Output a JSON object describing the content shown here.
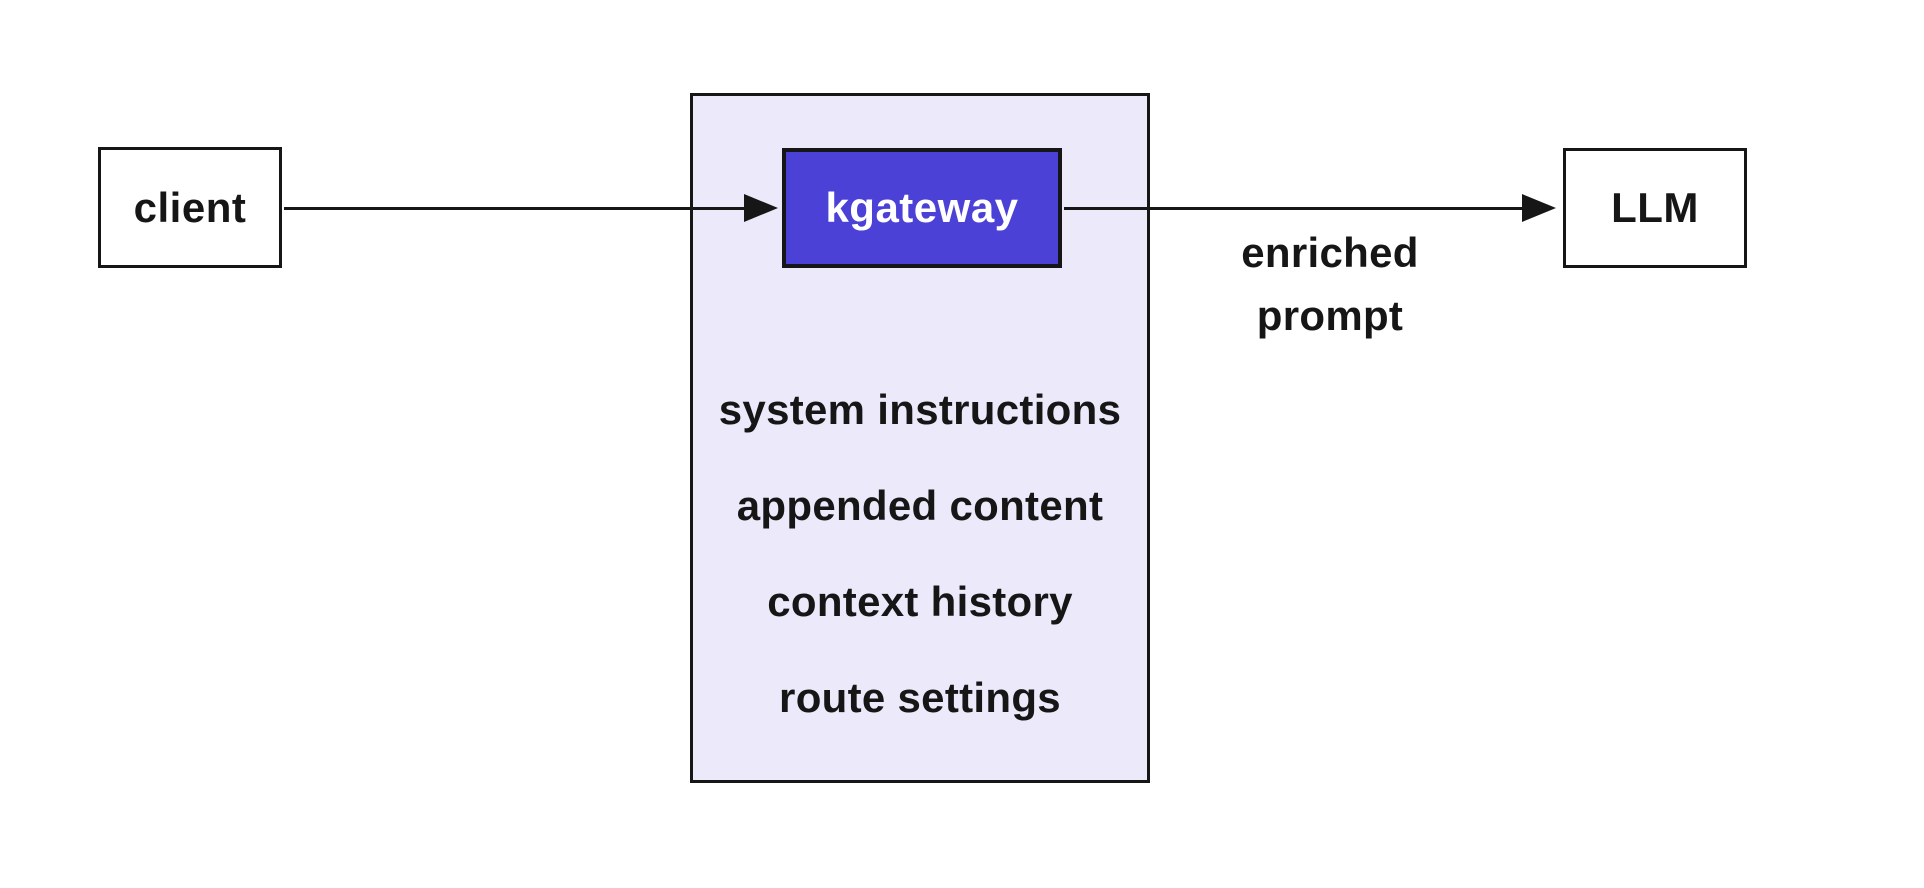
{
  "colors": {
    "accent": "#4c41d6",
    "panel_fill": "#ebe9fa",
    "stroke": "#161616",
    "background": "#ffffff"
  },
  "nodes": {
    "client": {
      "label": "client"
    },
    "gateway": {
      "label": "kgateway"
    },
    "llm": {
      "label": "LLM"
    }
  },
  "context_panel": {
    "items": [
      {
        "label": "system instructions"
      },
      {
        "label": "appended content"
      },
      {
        "label": "context history"
      },
      {
        "label": "route settings"
      }
    ]
  },
  "edges": {
    "client_to_gateway": {
      "label": ""
    },
    "gateway_to_llm": {
      "label_line1": "enriched",
      "label_line2": "prompt"
    }
  }
}
